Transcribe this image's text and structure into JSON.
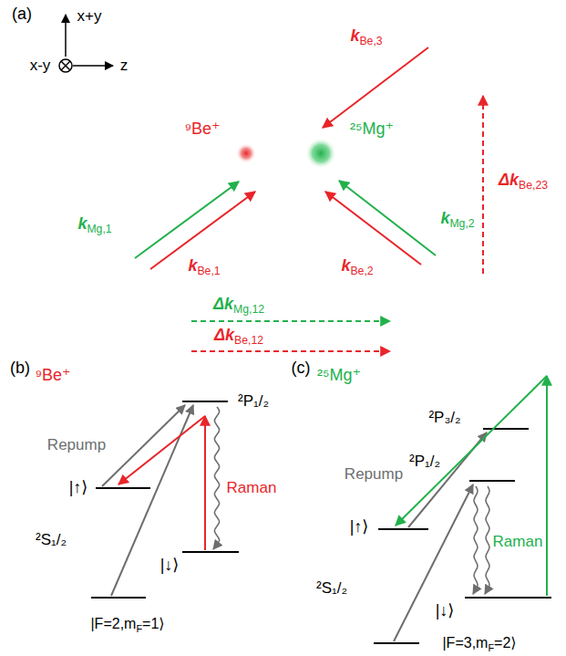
{
  "diagram": {
    "labels": [
      "(a)",
      "x+y",
      "x-y",
      "z",
      "kBe,3",
      "ΔkBe,23",
      "⁹Be⁺",
      "²⁵Mg⁺",
      "kMg,1",
      "kBe,1",
      "kBe,2",
      "kMg,2",
      "ΔkMg,12",
      "ΔkBe,12",
      "(b)",
      "⁹Be⁺",
      "²P₁/₂",
      "Repump",
      "Raman",
      "|↑⟩",
      "²S₁/₂",
      "|↓⟩",
      "|F=2,mF=1⟩",
      "(c)",
      "²⁵Mg⁺",
      "²P₃/₂",
      "Repump",
      "²P₁/₂",
      "Raman",
      "|↑⟩",
      "²S₁/₂",
      "|↓⟩",
      "|F=3,mF=2⟩"
    ]
  }
}
